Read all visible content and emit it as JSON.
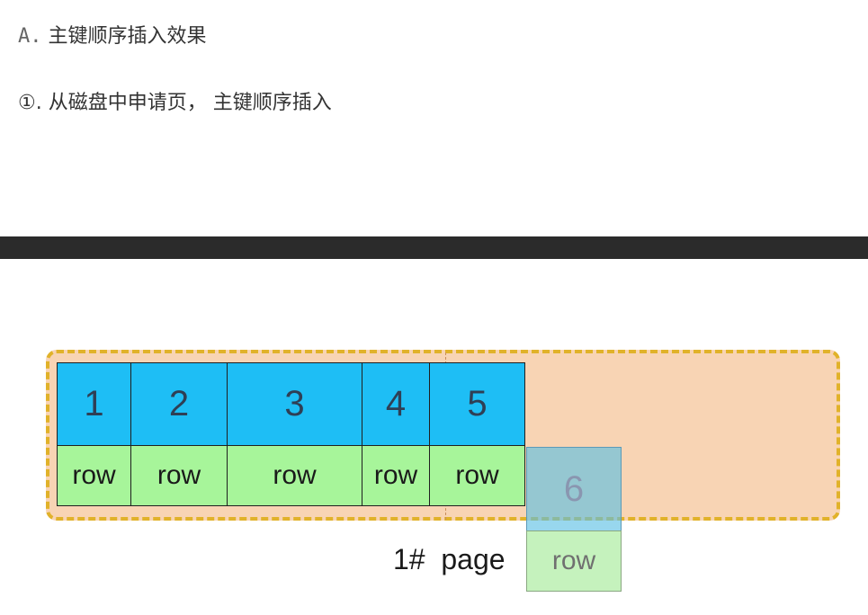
{
  "text": {
    "line1_marker": "A.",
    "line1_text": "主键顺序插入效果",
    "line2_marker": "①.",
    "line2_text": "从磁盘中申请页，  主键顺序插入"
  },
  "diagram": {
    "records": [
      {
        "key": "1",
        "row": "row"
      },
      {
        "key": "2",
        "row": "row"
      },
      {
        "key": "3",
        "row": "row"
      },
      {
        "key": "4",
        "row": "row"
      },
      {
        "key": "5",
        "row": "row"
      }
    ],
    "incoming": {
      "key": "6",
      "row": "row"
    },
    "page_label": "1#  page",
    "colors": {
      "key_fill": "#1ebef5",
      "row_fill": "#a7f59a",
      "page_fill": "#f8d4b4",
      "page_border": "#e1b22a"
    }
  }
}
